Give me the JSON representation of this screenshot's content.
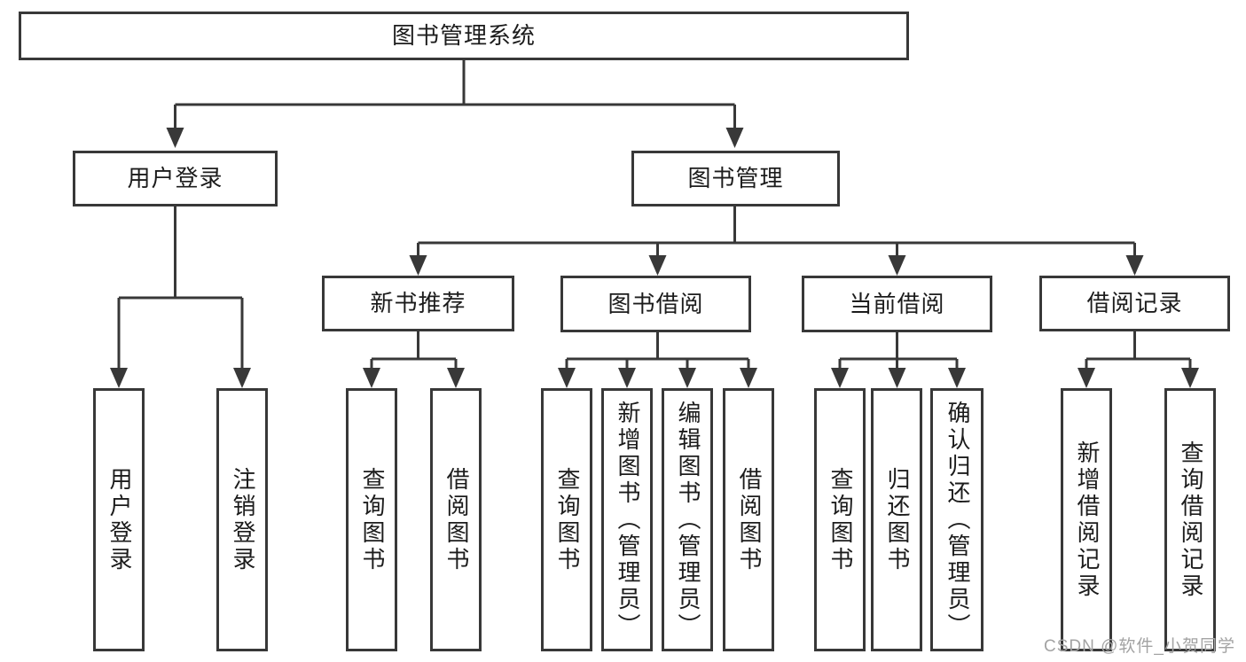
{
  "diagram": {
    "type": "org-tree",
    "colors": {
      "line": "#383838",
      "box_border": "#383838",
      "box_fill": "#ffffff",
      "text": "#1c1c1c",
      "background": "#ffffff",
      "watermark": "#a3a3a3"
    }
  },
  "tree": {
    "label": "图书管理系统",
    "children": [
      {
        "label": "用户登录",
        "children": [
          {
            "label": "用户登录"
          },
          {
            "label": "注销登录"
          }
        ]
      },
      {
        "label": "图书管理",
        "children": [
          {
            "label": "新书推荐",
            "children": [
              {
                "label": "查询图书"
              },
              {
                "label": "借阅图书"
              }
            ]
          },
          {
            "label": "图书借阅",
            "children": [
              {
                "label": "查询图书"
              },
              {
                "label": "新增图书（管理员）"
              },
              {
                "label": "编辑图书（管理员）"
              },
              {
                "label": "借阅图书"
              }
            ]
          },
          {
            "label": "当前借阅",
            "children": [
              {
                "label": "查询图书"
              },
              {
                "label": "归还图书"
              },
              {
                "label": "确认归还（管理员）"
              }
            ]
          },
          {
            "label": "借阅记录",
            "children": [
              {
                "label": "新增借阅记录"
              },
              {
                "label": "查询借阅记录"
              }
            ]
          }
        ]
      }
    ]
  },
  "watermark": {
    "text": "CSDN @软件_小贺同学"
  }
}
